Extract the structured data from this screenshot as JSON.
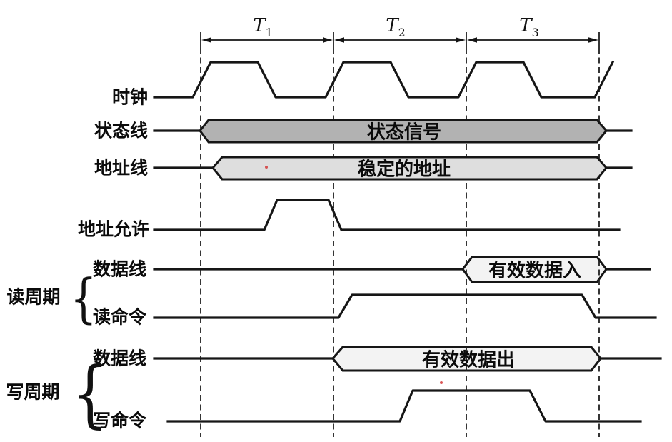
{
  "diagram": {
    "periods": [
      {
        "label": "T",
        "sub": "1"
      },
      {
        "label": "T",
        "sub": "2"
      },
      {
        "label": "T",
        "sub": "3"
      }
    ],
    "labels": {
      "clock": "时钟",
      "status_line": "状态线",
      "address_line": "地址线",
      "address_enable": "地址允许",
      "read_group": "读周期",
      "read_data_line": "数据线",
      "read_command": "读命令",
      "write_group": "写周期",
      "write_data_line": "数据线",
      "write_command": "写命令"
    },
    "values": {
      "status_signal": "状态信号",
      "stable_address": "稳定的地址",
      "valid_data_in": "有效数据入",
      "valid_data_out": "有效数据出"
    },
    "brace_glyph": "{",
    "colors": {
      "line": "#161616",
      "status_fill": "#b2b2b2",
      "address_fill": "#dedede",
      "data_fill": "#f3f3f3",
      "stray_dot": "#d43a3a"
    }
  }
}
